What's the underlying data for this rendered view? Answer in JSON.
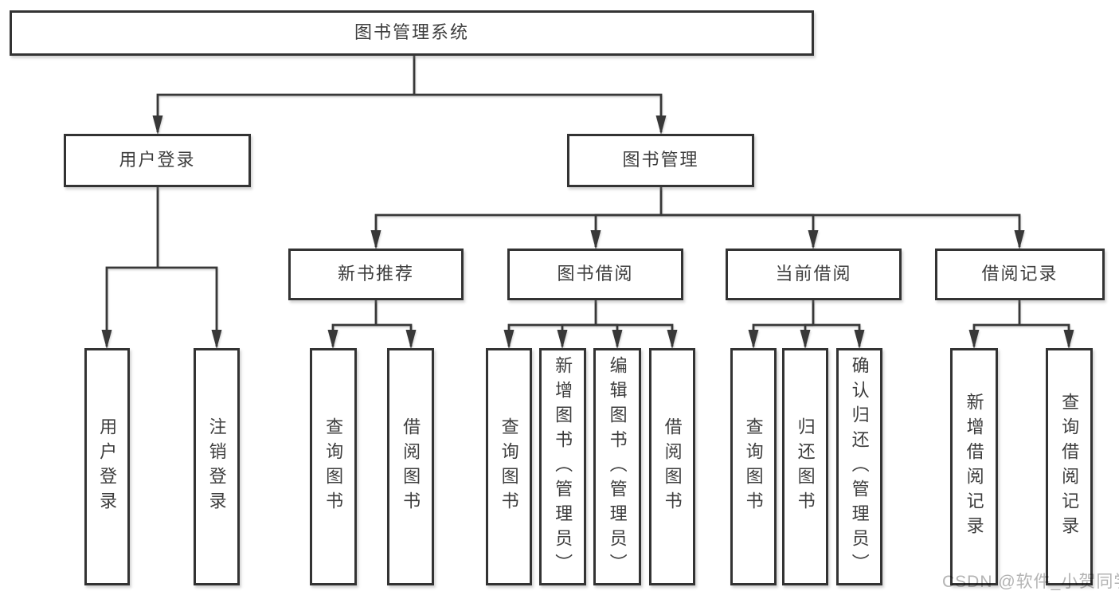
{
  "nodes": {
    "root": {
      "label": "图书管理系统"
    },
    "user_login": {
      "label": "用户登录"
    },
    "book_mgmt": {
      "label": "图书管理"
    },
    "new_book_rec": {
      "label": "新书推荐"
    },
    "book_borrow": {
      "label": "图书借阅"
    },
    "current_borrow": {
      "label": "当前借阅"
    },
    "borrow_records": {
      "label": "借阅记录"
    },
    "leaf_login_user": {
      "label": "用户登录"
    },
    "leaf_login_logout": {
      "label": "注销登录"
    },
    "leaf_rec_query": {
      "label": "查询图书"
    },
    "leaf_rec_borrow": {
      "label": "借阅图书"
    },
    "leaf_borrow_query": {
      "label": "查询图书"
    },
    "leaf_borrow_add": {
      "label": "新增图书（管理员）"
    },
    "leaf_borrow_edit": {
      "label": "编辑图书（管理员）"
    },
    "leaf_borrow_borrow": {
      "label": "借阅图书"
    },
    "leaf_current_query": {
      "label": "查询图书"
    },
    "leaf_current_return": {
      "label": "归还图书"
    },
    "leaf_current_confirm": {
      "label": "确认归还（管理员）"
    },
    "leaf_records_add": {
      "label": "新增借阅记录"
    },
    "leaf_records_query": {
      "label": "查询借阅记录"
    }
  },
  "hierarchy": {
    "图书管理系统": {
      "用户登录": [
        "用户登录",
        "注销登录"
      ],
      "图书管理": {
        "新书推荐": [
          "查询图书",
          "借阅图书"
        ],
        "图书借阅": [
          "查询图书",
          "新增图书（管理员）",
          "编辑图书（管理员）",
          "借阅图书"
        ],
        "当前借阅": [
          "查询图书",
          "归还图书",
          "确认归还（管理员）"
        ],
        "借阅记录": [
          "新增借阅记录",
          "查询借阅记录"
        ]
      }
    }
  },
  "watermark": {
    "text": "CSDN @软件_小贺同学"
  },
  "colors": {
    "line": "#383838",
    "box_border": "#333333",
    "text": "#3d3d3d",
    "background": "#ffffff",
    "watermark": "#b3b3b3"
  }
}
